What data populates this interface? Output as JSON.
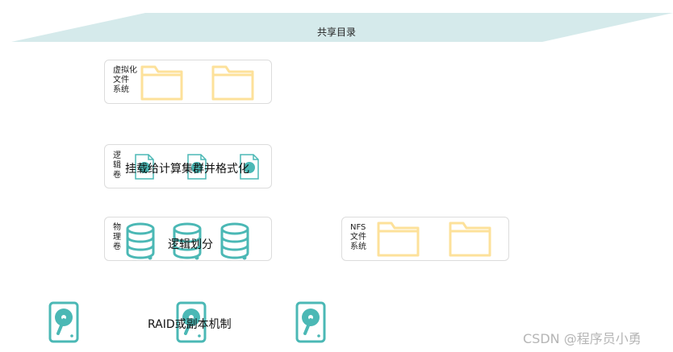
{
  "banner": {
    "label": "共享目录",
    "color": "#d5eaeb"
  },
  "colors": {
    "folder": "#fde19a",
    "teal": "#4bb8b5",
    "box_border": "#dcdcdc"
  },
  "layers": [
    {
      "id": "virtual-fs",
      "label": "虚拟化\n文件\n系统",
      "icon": "folder-icon"
    },
    {
      "id": "logical-volume",
      "label": "逻\n辑\n卷",
      "icon": "document-icon",
      "overlay": "挂载给计算集群并格式化"
    },
    {
      "id": "physical-volume",
      "label": "物\n理\n卷",
      "icon": "database-icon",
      "overlay": "逻辑划分"
    },
    {
      "id": "nfs-fs",
      "label": "NFS\n文件\n系统",
      "icon": "folder-icon"
    }
  ],
  "disks": {
    "icon": "hard-disk-icon",
    "overlay": "RAID或副本机制"
  },
  "watermark": "CSDN @程序员小勇"
}
